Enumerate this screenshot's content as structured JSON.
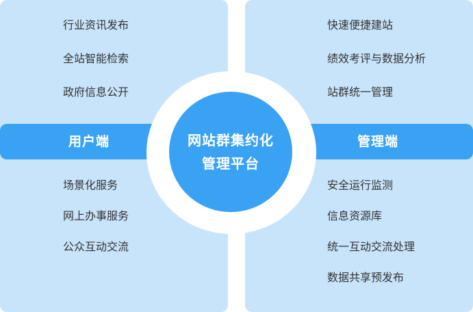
{
  "hub": {
    "line1": "网站群集约化",
    "line2": "管理平台"
  },
  "left_band": {
    "label": "用户端"
  },
  "right_band": {
    "label": "管理端"
  },
  "top_left_items": [
    "行业资讯发布",
    "全站智能检索",
    "政府信息公开"
  ],
  "top_right_items": [
    "快速便捷建站",
    "绩效考评与数据分析",
    "站群统一管理"
  ],
  "bottom_left_items": [
    "场景化服务",
    "网上办事服务",
    "公众互动交流"
  ],
  "bottom_right_items": [
    "安全运行监测",
    "信息资源库",
    "统一互动交流处理",
    "数据共享预发布"
  ],
  "colors": {
    "panel": "#c8e4fb",
    "accent": "#3aa2f2",
    "text": "#333333"
  }
}
